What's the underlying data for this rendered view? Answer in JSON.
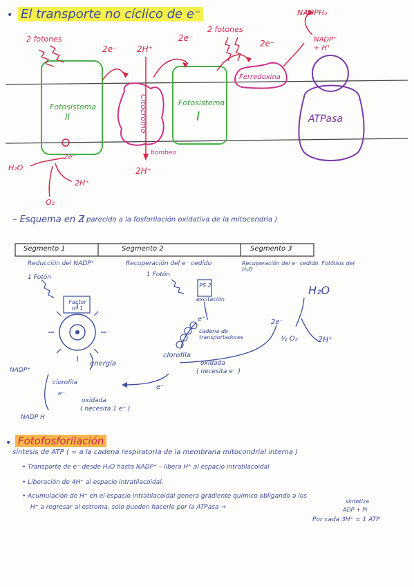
{
  "section1": {
    "title": "El transporte no cíclico de e⁻",
    "label_2fotones_left": "2 fotones",
    "label_2fotones_right": "2 fotones",
    "label_2e_1": "2e⁻",
    "label_2h_top": "2H⁺",
    "label_2e_2": "2e⁻",
    "label_2e_3": "2e⁻",
    "nadph": "NADPH₂",
    "nadp": "NADP⁺",
    "nadp_h": "+ H⁺",
    "ferredoxina": "Ferredoxina",
    "fotosistema2": "Fotosistema",
    "fotosistema2_num": "II",
    "citocromo": "Citocromo",
    "fotosistema1": "Fotosistema",
    "fotosistema1_num": "I",
    "atpasa": "ATPasa",
    "bombeo": "bombeo",
    "h2o": "H₂O",
    "e2": "2e⁻",
    "h_bottom": "2H⁺",
    "h2_bottom": "2H⁺",
    "o2": "O₂"
  },
  "section2": {
    "title": "– Esquema en Z",
    "subtitle": "( parecido a la fosforilación oxidativa de la mitocondria )",
    "segments": [
      "Segmento 1",
      "Segmento 2",
      "Segmento 3"
    ],
    "seg_desc": [
      "Reducción del NADP⁺",
      "Recuperación del e⁻ cedido",
      "Recuperación del e⁻ cedido. Fotólisis del H₂O"
    ],
    "foton1": "1 Fotón",
    "foton2": "1 Fotón",
    "factor": "Factor nº 1",
    "energia": "energía",
    "nadp_plus": "NADP⁺",
    "clorofila_oxidada": "clorofila",
    "e_minus": "e⁻",
    "oxidada": "oxidada",
    "necesita": "( necesita 1 e⁻ )",
    "nadph": "NADP H",
    "ps2_box": "PS 2",
    "excitacion": "excitación",
    "e_a": "e⁻",
    "cadena": "cadena de transportadores",
    "clorofila2": "clorofila",
    "oxidada2": "oxidada",
    "necesita2": "( necesita e⁻ )",
    "e_b": "e⁻",
    "h2o": "H₂O",
    "two_e": "2e⁻",
    "half_o2": "½ O₂",
    "two_h": "2H⁺"
  },
  "section3": {
    "title": "Fotofosforilación",
    "subtitle": "síntesis de ATP   ( = a la cadena respiratoria de la membrana mitocondrial interna )",
    "bullets": [
      "Transporte de e⁻ desde H₂O hasta NADP⁺  – libera H⁺ al espacio intratilacoidal",
      "Liberación de 4H⁺ al espacio intratilacoidal.",
      "Acumulación de H⁺ en el espacio intratilacoidal genera gradiente químico  obligando a los"
    ],
    "bullet3_cont": "H⁺ a regresar al estroma, solo pueden hacerlo por la    ATPasa →",
    "sintetiza": "sintetiza",
    "adp": "ADP + Pi",
    "per_cada": "Por cada 3H⁺ = 1 ATP"
  }
}
